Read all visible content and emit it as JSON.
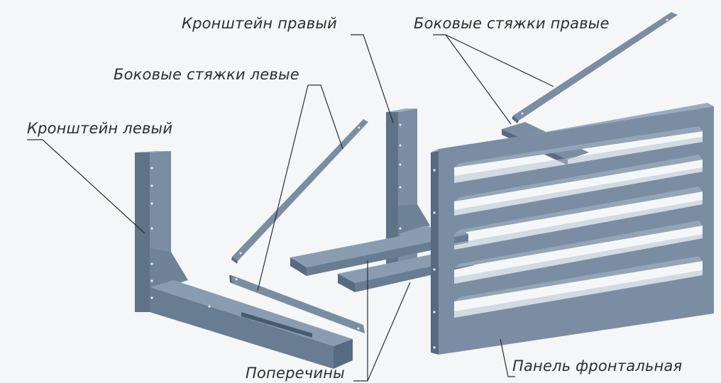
{
  "labels": {
    "bracket_left": "Кронштейн левый",
    "ties_left": "Боковые стяжки левые",
    "bracket_right": "Кронштейн правый",
    "ties_right": "Боковые стяжки правые",
    "crossbars": "Поперечины",
    "front_panel": "Панель фронтальная"
  },
  "colors": {
    "steel": "#73869b",
    "steel_light": "#8ea0b3",
    "steel_dark": "#566a80",
    "leader": "#2b2f33",
    "background": "#f4f6f8"
  }
}
